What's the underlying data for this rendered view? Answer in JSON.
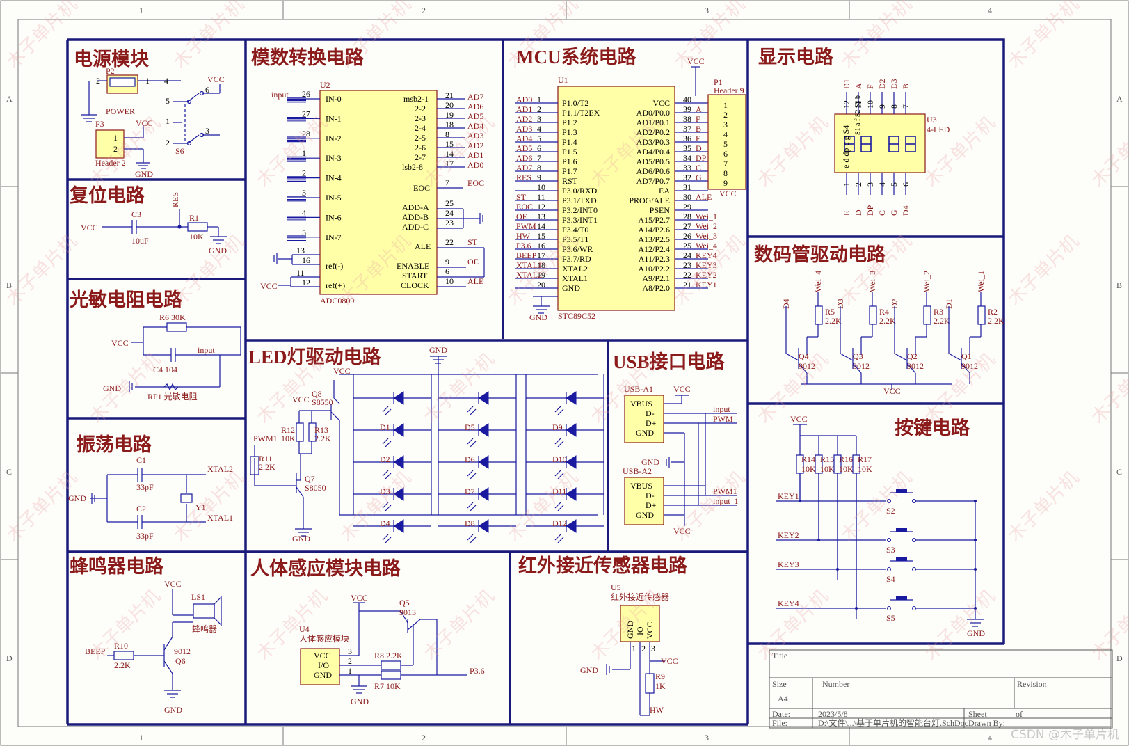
{
  "frame": {
    "cols": [
      "1",
      "2",
      "3",
      "4"
    ],
    "rows": [
      "A",
      "B",
      "C",
      "D"
    ]
  },
  "sections": {
    "power": "电源模块",
    "adc": "模数转换电路",
    "mcu": "MCU系统电路",
    "display": "显示电路",
    "reset": "复位电路",
    "seg_driver": "数码管驱动电路",
    "photo": "光敏电阻电路",
    "led": "LED灯驱动电路",
    "usb": "USB接口电路",
    "osc": "振荡电路",
    "keys": "按键电路",
    "buzzer": "蜂鸣器电路",
    "pir": "人体感应模块电路",
    "ir": "红外接近传感器电路"
  },
  "power": {
    "p2": "P2",
    "power": "POWER",
    "p3": "P3",
    "header2": "Header 2",
    "vcc": "VCC",
    "gnd": "GND",
    "s6": "S6"
  },
  "reset": {
    "vcc": "VCC",
    "c3": "C3",
    "c3v": "10uF",
    "r1": "R1",
    "r1v": "10K",
    "res": "RES",
    "gnd": "GND"
  },
  "photo": {
    "r6": "R6 30K",
    "vcc": "VCC",
    "input": "input",
    "c4": "C4  104",
    "gnd": "GND",
    "rp1": "RP1 光敏电阻"
  },
  "osc": {
    "c1": "C1",
    "c1v": "33pF",
    "c2": "C2",
    "c2v": "33pF",
    "gnd": "GND",
    "y1": "Y1",
    "xtal2": "XTAL2",
    "xtal1": "XTAL1"
  },
  "buzzer": {
    "vcc": "VCC",
    "ls1": "LS1",
    "name": "蜂鸣器",
    "beep": "BEEP",
    "r10": "R10",
    "r10v": "2.2K",
    "q": "9012",
    "q6": "Q6",
    "gnd": "GND"
  },
  "adc": {
    "u2": "U2",
    "part": "ADC0809",
    "input": "input",
    "in_pins": [
      "IN-0",
      "IN-1",
      "IN-2",
      "IN-3",
      "IN-4",
      "IN-5",
      "IN-6",
      "IN-7"
    ],
    "in_nums": [
      "26",
      "27",
      "28",
      "1",
      "2",
      "3",
      "4",
      "5"
    ],
    "out_pins": [
      "msb2-1",
      "2-2",
      "2-3",
      "2-4",
      "2-5",
      "2-6",
      "2-7",
      "lsb2-8"
    ],
    "out_nums": [
      "21",
      "20",
      "19",
      "18",
      "8",
      "15",
      "14",
      "17"
    ],
    "out_nets": [
      "AD7",
      "AD6",
      "AD5",
      "AD4",
      "AD3",
      "AD2",
      "AD1",
      "AD0"
    ],
    "eoc": "EOC",
    "eoc_n": "7",
    "add_a": "ADD-A",
    "add_b": "ADD-B",
    "add_c": "ADD-C",
    "add_n": [
      "25",
      "24",
      "23"
    ],
    "ale": "ALE",
    "ale_n": "22",
    "st": "ST",
    "enable": "ENABLE",
    "start": "START",
    "clock": "CLOCK",
    "en_n": [
      "9",
      "6",
      "10"
    ],
    "oe": "OE",
    "ale_net": "ALE",
    "refm": "ref(-)",
    "refp": "ref(+)",
    "ref_n": [
      "13",
      "16",
      "11",
      "12"
    ],
    "vcc": "VCC"
  },
  "mcu": {
    "u1": "U1",
    "part": "STC89C52",
    "vcc_top": "VCC",
    "gnd": "GND",
    "left_nets": [
      "AD0",
      "AD1",
      "AD2",
      "AD3",
      "AD4",
      "AD5",
      "AD6",
      "AD7",
      "RES",
      "",
      "ST",
      "EOC",
      "OE",
      "PWM",
      "HW",
      "P3.6",
      "BEEP",
      "XTAL1",
      "XTAL2",
      ""
    ],
    "left_nums": [
      "1",
      "2",
      "3",
      "4",
      "5",
      "6",
      "7",
      "8",
      "9",
      "10",
      "11",
      "12",
      "13",
      "14",
      "15",
      "16",
      "17",
      "18",
      "19",
      "20"
    ],
    "left_pins": [
      "P1.0/T2",
      "P1.1/T2EX",
      "P1.2",
      "P1.3",
      "P1.4",
      "P1.5",
      "P1.6",
      "P1.7",
      "RST",
      "P3.0/RXD",
      "P3.1/TXD",
      "P3.2/INT0",
      "P3.3/INT1",
      "P3.4/T0",
      "P3.5/T1",
      "P3.6/WR",
      "P3.7/RD",
      "XTAL2",
      "XTAL1",
      "GND"
    ],
    "right_pins": [
      "VCC",
      "AD0/P0.0",
      "AD1/P0.1",
      "AD2/P0.2",
      "AD3/P0.3",
      "AD4/P0.4",
      "AD5/P0.5",
      "AD6/P0.6",
      "AD7/P0.7",
      "EA",
      "PROG/ALE",
      "PSEN",
      "A15/P2.7",
      "A14/P2.6",
      "A13/P2.5",
      "A12/P2.4",
      "A11/P2.3",
      "A10/P2.2",
      "A9/P2.1",
      "A8/P2.0"
    ],
    "right_nums": [
      "40",
      "39",
      "38",
      "37",
      "36",
      "35",
      "34",
      "33",
      "32",
      "31",
      "30",
      "29",
      "28",
      "27",
      "26",
      "25",
      "24",
      "23",
      "22",
      "21"
    ],
    "right_nets": [
      "",
      "A",
      "F",
      "B",
      "E",
      "D",
      "DP",
      "C",
      "G",
      "",
      "ALE",
      "",
      "Wei_1",
      "Wei_2",
      "Wei_3",
      "Wei_4",
      "KEY4",
      "KEY3",
      "KEY2",
      "KEY1"
    ],
    "p1": "P1",
    "header9": "Header 9",
    "p1_nums": [
      "1",
      "2",
      "3",
      "4",
      "5",
      "6",
      "7",
      "8",
      "9"
    ],
    "p1_vcc": "VCC"
  },
  "display": {
    "u3": "U3",
    "part": "4-LED",
    "top_nets": [
      "D1",
      "A",
      "F",
      "D2",
      "D3",
      "B"
    ],
    "top_nums": [
      "12",
      "11",
      "10",
      "9",
      "8",
      "7"
    ],
    "bot_nets": [
      "E",
      "D",
      "DP",
      "C",
      "G",
      "D4"
    ],
    "bot_nums": [
      "1",
      "2",
      "3",
      "4",
      "5",
      "6"
    ],
    "seg_top": "S1  a  f  S2 S3  b",
    "seg_bot": "e  d  dp  c  g  S4"
  },
  "seg_driver": {
    "weis": [
      "Wei_4",
      "Wei_3",
      "Wei_2",
      "Wei_1"
    ],
    "ds": [
      "D4",
      "D3",
      "D2",
      "D1"
    ],
    "rs": [
      "R5",
      "R4",
      "R3",
      "R2"
    ],
    "rv": "2.2K",
    "qs": [
      "Q4",
      "Q3",
      "Q2",
      "Q1"
    ],
    "qv": "9012",
    "vcc": "VCC"
  },
  "led": {
    "gnd": "GND",
    "vcc": "VCC",
    "q8": "Q8",
    "q8v": "S8550",
    "r12": "R12",
    "r12v": "10K",
    "r13": "R13",
    "r13v": "2.2K",
    "pwm1": "PWM1",
    "r11": "R11",
    "r11v": "2.2K",
    "q7": "Q7",
    "q7v": "S8050",
    "gnd2": "GND",
    "vcc2": "VCC",
    "col1": [
      "D1",
      "D2",
      "D3",
      "D4"
    ],
    "col2": [
      "D5",
      "D6",
      "D7",
      "D8"
    ],
    "col3": [
      "D9",
      "D10",
      "D11",
      "D12"
    ]
  },
  "usb": {
    "a1": "USB-A1",
    "a2": "USB-A2",
    "pins": [
      "VBUS",
      "D-",
      "D+",
      "GND"
    ],
    "vcc": "VCC",
    "gnd": "GND",
    "input": "input",
    "pwm": "PWM",
    "pwm1": "PWM1",
    "input1": "input_1"
  },
  "keys": {
    "vcc": "VCC",
    "rs": [
      "R14",
      "R15",
      "R16",
      "R17"
    ],
    "rv": "10K",
    "keys": [
      "KEY1",
      "KEY2",
      "KEY3",
      "KEY4"
    ],
    "ss": [
      "S2",
      "S3",
      "S4",
      "S5"
    ],
    "gnd": "GND"
  },
  "pir": {
    "u4": "U4",
    "name": "人体感应模块",
    "pins": [
      "VCC",
      "I/O",
      "GND"
    ],
    "nums": [
      "3",
      "2",
      "1"
    ],
    "vcc": "VCC",
    "q5": "Q5",
    "q5v": "9013",
    "r8": "R8  2.2K",
    "r7": "R7  10K",
    "p36": "P3.6",
    "gnd": "GND"
  },
  "ir": {
    "u5": "U5",
    "name": "红外接近传感器",
    "pins": [
      "GND",
      "IO",
      "VCC"
    ],
    "nums": [
      "1",
      "2",
      "3"
    ],
    "vcc": "VCC",
    "gnd": "GND",
    "r9": "R9",
    "r9v": "1K",
    "hw": "HW"
  },
  "title_block": {
    "title": "Title",
    "size": "Size",
    "size_v": "A4",
    "number": "Number",
    "revision": "Revision",
    "date": "Date:",
    "date_v": "2023/5/8",
    "sheet": "Sheet",
    "of": "of",
    "file": "File:",
    "file_v": "D:\\文件\\...\\基于单片机的智能台灯.SchDoc",
    "drawn": "Drawn By:"
  },
  "watermark": "木子单片机",
  "csdn": "CSDN @木子单片机"
}
